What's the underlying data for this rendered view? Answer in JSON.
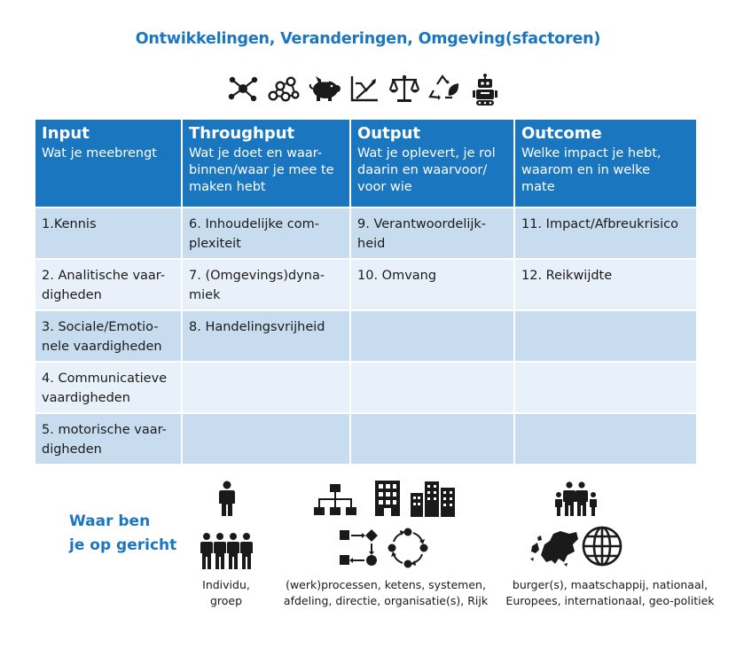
{
  "title": "Ontwikkelingen, Veranderingen, Omgeving(sfactoren)",
  "top_icons": [
    "network-icon",
    "molecule-icon",
    "piggy-bank-icon",
    "chart-trend-icon",
    "balance-scale-icon",
    "recycle-leaf-icon",
    "robot-icon"
  ],
  "table": {
    "headers": [
      {
        "title": "Input",
        "subtitle": "Wat je meebrengt"
      },
      {
        "title": "Throughput",
        "subtitle": "Wat je doet en waar-\nbinnen/waar je mee te\nmaken hebt"
      },
      {
        "title": "Output",
        "subtitle": "Wat je oplevert, je rol\ndaarin en waarvoor/\nvoor wie"
      },
      {
        "title": "Outcome",
        "subtitle": "Welke impact je hebt,\nwaarom en in welke\nmate"
      }
    ],
    "rows": [
      [
        "1.Kennis",
        "6. Inhoudelijke com-\nplexiteit",
        "9. Verantwoordelijk-\nheid",
        "11. Impact/Afbreukrisico"
      ],
      [
        "2. Analitische vaar-\ndigheden",
        "7. (Omgevings)dyna-\nmiek",
        "10. Omvang",
        "12. Reikwijdte"
      ],
      [
        "3. Sociale/Emotio-\nnele vaardigheden",
        "8. Handelingsvrijheid",
        "",
        ""
      ],
      [
        "4. Communicatieve\nvaardigheden",
        "",
        "",
        ""
      ],
      [
        "5. motorische vaar-\ndigheden",
        "",
        "",
        ""
      ]
    ]
  },
  "focus": {
    "label": "Waar ben\nje op gericht",
    "groups": [
      {
        "caption": "Individu,\ngroep",
        "icons": [
          "person-icon",
          "group-icon"
        ]
      },
      {
        "caption": "(werk)processen, ketens, systemen,\nafdeling, directie, organisatie(s), Rijk",
        "icons": [
          "org-chart-icon",
          "building-icon",
          "city-icon",
          "process-flow-icon",
          "cycle-icon"
        ]
      },
      {
        "caption": "burger(s), maatschappij, nationaal,\nEuropees, internationaal, geo-politiek",
        "icons": [
          "family-icon",
          "europe-map-icon",
          "globe-icon"
        ]
      }
    ]
  },
  "colors": {
    "accent": "#1b76c0",
    "row_dark": "#c7ddef",
    "row_light": "#e8f1f9",
    "icon": "#1a1a1a"
  }
}
